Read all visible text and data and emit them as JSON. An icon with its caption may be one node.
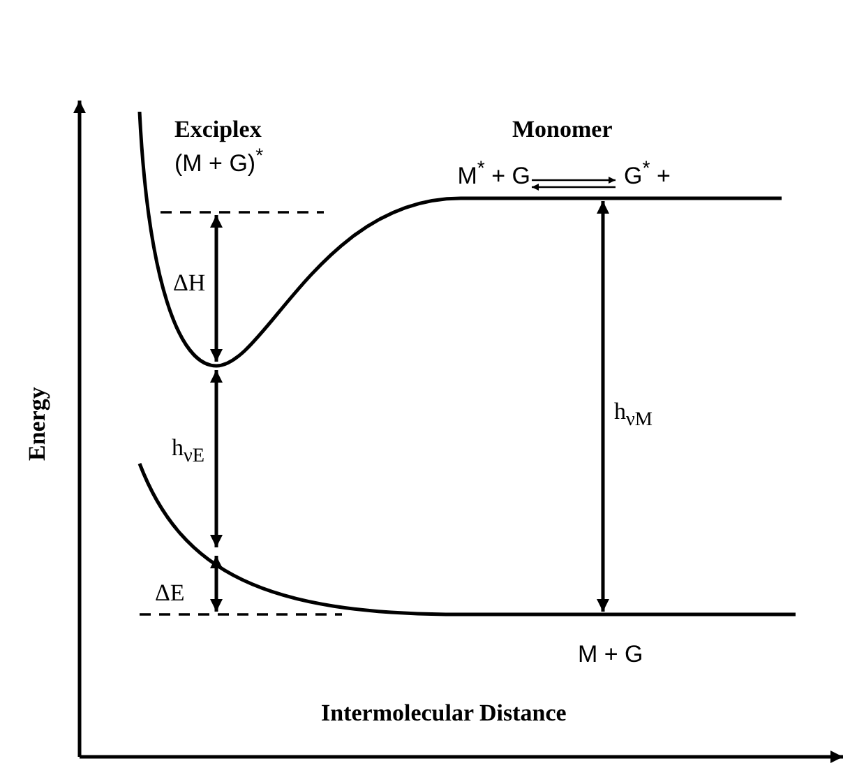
{
  "diagram": {
    "nodes": [
      {
        "text": [
          "M$^{*}$ + G"
        ]
      },
      {
        "text": [
          "G$^{*}$ +"
        ]
      }
    ],
    "edges": [
      {
        "from": 0,
        "to": 1,
        "arrow": "to"
      },
      {
        "from": 1,
        "to": 0,
        "arrow": "to"
      }
    ],
    "labels": [
      "Exciplex",
      "(M + G)$^{*}$",
      "Monomer",
      "ΔH",
      "h$_{νE}$",
      "ΔE",
      "h$_{νM}$",
      "M + G",
      "Energy",
      "Intermolecular Distance"
    ]
  }
}
